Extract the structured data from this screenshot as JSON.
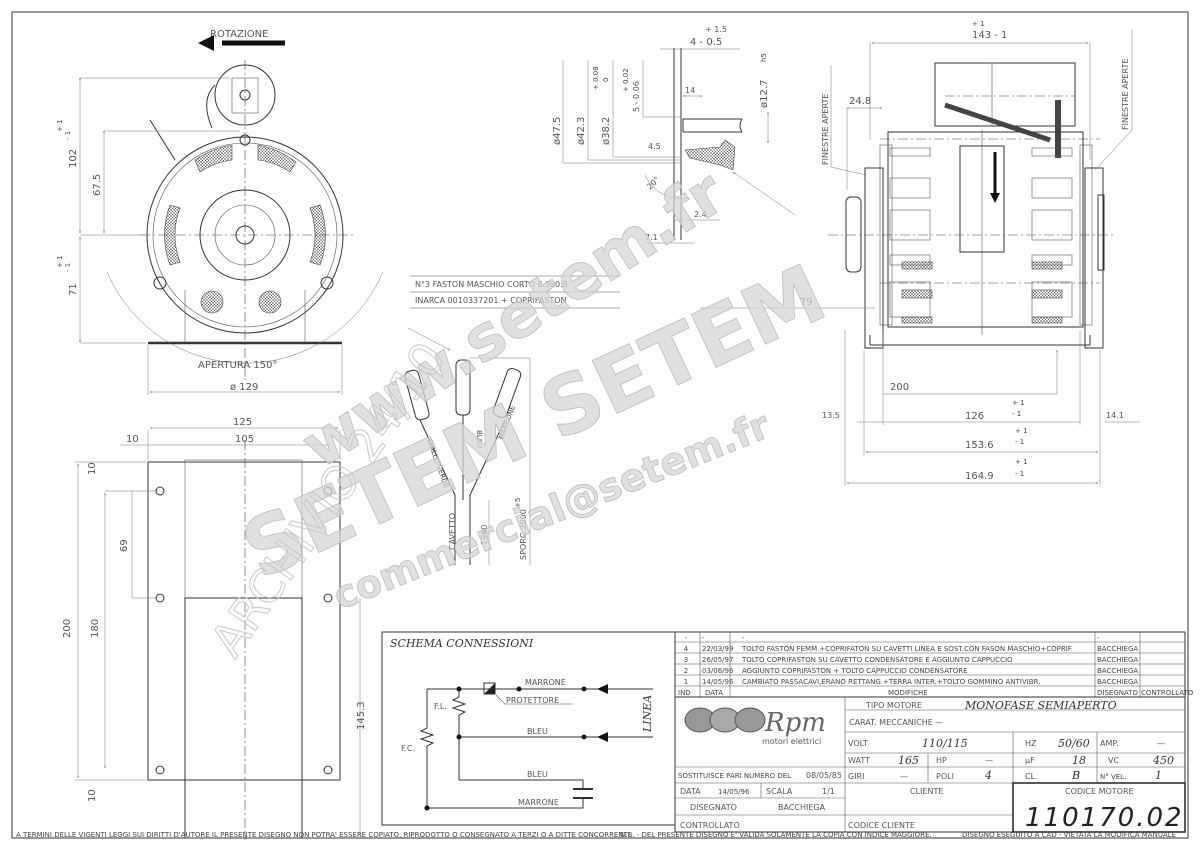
{
  "front_view": {
    "rotation_label": "ROTAZIONE",
    "dim_102": "102",
    "dim_67_5": "67.5",
    "dim_71": "71",
    "tol_plus": "+ 1",
    "tol_minus": "- 1",
    "opening": "APERTURA 150°",
    "diameter": "ø 129"
  },
  "plate_view": {
    "dim_125": "125",
    "dim_10_left": "10",
    "dim_105": "105",
    "dim_10_top": "10",
    "dim_69": "69",
    "dim_200": "200",
    "dim_180": "180",
    "dim_145_3": "145.3",
    "dim_10_bottom": "10"
  },
  "cable": {
    "note_line1": "N°3 FASTON MASCHIO CORTO 6.3x0.8",
    "note_line2": "INARCA 0010337201 + COPRIFASTON",
    "wire_yellow_green": "GIALLO-VERDE",
    "wire_blue": "BLEU",
    "wire_brown": "MARRONE",
    "cable_label": "CAVETTO",
    "length_1960": "1960",
    "protrusion": "SPORG.2000",
    "protrusion_tol": "+5"
  },
  "shaft_detail": {
    "tol_1_5": "+ 1.5",
    "dim_4": "4 - 0.5",
    "d47_5": "ø47.5",
    "d42_3": "ø42.3",
    "tol_0_08": "+ 0.08",
    "tol_0": "0",
    "d38_2": "ø38.2",
    "tol_0_02": "+ 0.02",
    "dim_5": "5 - 0.06",
    "dim_14": "14",
    "d12_7": "ø12.7",
    "fit_h5": "h5",
    "dim_4_5": "4.5",
    "angle_20": "20°",
    "dim_2_4": "2.4",
    "dim_7_1": "7.1"
  },
  "side_view": {
    "dim_143": "143 - 1",
    "tol_plus": "+ 1",
    "tol_minus": "- 1",
    "dim_24_8": "24.8",
    "windows_open_left": "FINESTRE APERTE",
    "windows_open_right": "FINESTRE APERTE",
    "dim_79": "79",
    "dim_200": "200",
    "dim_13_5": "13.5",
    "dim_126": "126",
    "dim_14_1": "14.1",
    "dim_153_6": "153.6",
    "dim_164_9": "164.9"
  },
  "schema": {
    "title": "SCHEMA CONNESSIONI",
    "marrone_top": "MARRONE",
    "protettore": "PROTETTORE",
    "bleu_mid": "BLEU",
    "bleu_low": "BLEU",
    "marrone_bottom": "MARRONE",
    "fl": "F.L.",
    "fc": "F.C.",
    "linea": "LINEA"
  },
  "revisions": {
    "header": {
      "ind": "IND",
      "data": "DATA",
      "modifiche": "MODIFICHE",
      "disegnato": "DISEGNATO",
      "controllato": "CONTROLLATO"
    },
    "rows": [
      {
        "ind": "-",
        "data": "-",
        "modifiche": "-",
        "disegnato": "-",
        "controllato": ""
      },
      {
        "ind": "4",
        "data": "22/03/99",
        "modifiche": "TOLTO FASTON FEMM.+COPRIFATON SU CAVETTI LINEA E SOST.CON FASON MASCHIO+COPRIF.",
        "disegnato": "BACCHIEGA",
        "controllato": ""
      },
      {
        "ind": "3",
        "data": "26/05/97",
        "modifiche": "TOLTO COPRIFASTON SU CAVETTO CONDENSATORE E AGGIUNTO CAPPUCCIO",
        "disegnato": "BACCHIEGA",
        "controllato": ""
      },
      {
        "ind": "2",
        "data": "03/06/96",
        "modifiche": "AGGIUNTO COPRIFASTON + TOLTO CAPPUCCIO CONDENSATORE",
        "disegnato": "BACCHIEGA",
        "controllato": ""
      },
      {
        "ind": "1",
        "data": "14/05/96",
        "modifiche": "CAMBIATO PASSACAVI,ERANO RETTANG.+TERRA INTER.+TOLTO GOMMINO ANTIVIBR.",
        "disegnato": "BACCHIEGA",
        "controllato": ""
      }
    ]
  },
  "title_block": {
    "logo_text": "Rpm",
    "logo_sub": "motori elettrici",
    "tipo_motore_label": "TIPO MOTORE",
    "tipo_motore": "MONOFASE SEMIAPERTO",
    "carat_label": "CARAT. MECCANICHE",
    "carat_value": "—",
    "volt_label": "VOLT",
    "volt": "110/115",
    "hz_label": "HZ",
    "hz": "50/60",
    "amp_label": "AMP.",
    "amp": "—",
    "watt_label": "WATT",
    "watt": "165",
    "hp_label": "HP",
    "hp": "—",
    "uf_label": "µF",
    "uf": "18",
    "vc_label": "VC",
    "vc": "450",
    "giri_label": "GIRI",
    "giri": "—",
    "poli_label": "POLI",
    "poli": "4",
    "cl_label": "CL.",
    "cl": "B",
    "nvel_label": "N° VEL.",
    "nvel": "1",
    "sostituisce_label": "SOSTITUISCE PARI NUMERO DEL",
    "sostituisce": "08/05/85",
    "data_label": "DATA",
    "data": "14/05/96",
    "scala_label": "SCALA",
    "scala": "1/1",
    "disegnato_label": "DISEGNATO",
    "disegnato": "BACCHIEGA",
    "controllato_label": "CONTROLLATO",
    "cliente_label": "CLIENTE",
    "codice_cliente_label": "CODICE CLIENTE",
    "codice_motore_label": "CODICE MOTORE",
    "codice_motore": "110170.02"
  },
  "footer": {
    "copyright": "A TERMINI DELLE VIGENTI LEGGI SUI DIRITTI D'AUTORE IL PRESENTE DISEGNO NON POTRA' ESSERE COPIATO, RIPRODOTTO O CONSEGNATO A TERZI O A DITTE CONCORRENTI.",
    "validity": "N.B. - DEL PRESENTE DISEGNO E' VALIDA SOLAMENTE LA COPIA CON INDICE MAGGIORE.",
    "cad": "DISEGNO ESEGUITO A CAD - VIETATA LA MODIFICA MANUALE"
  },
  "watermark": {
    "url": "www.setem.fr",
    "brand": "SETEM SETEM",
    "email": "commercial@setem.fr",
    "archive": "ARCHIVIO 24/10"
  }
}
